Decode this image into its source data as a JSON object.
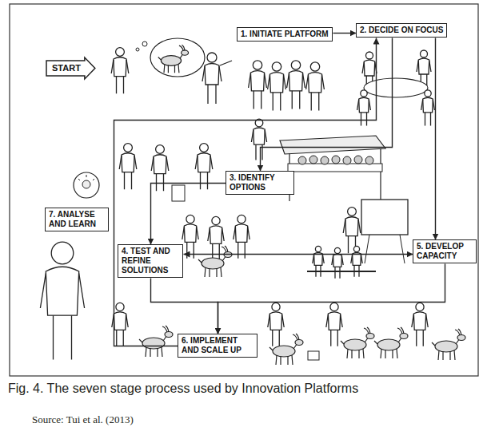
{
  "diagram": {
    "caption": "Fig. 4. The seven stage process used by Innovation Platforms",
    "nodes": [
      {
        "text": [
          "START"
        ]
      },
      {
        "text": [
          "1. INITIATE PLATFORM"
        ]
      },
      {
        "text": [
          "2. DECIDE ON FOCUS"
        ]
      },
      {
        "text": [
          "3. IDENTIFY OPTIONS"
        ]
      },
      {
        "text": [
          "4. TEST AND REFINE SOLUTIONS"
        ]
      },
      {
        "text": [
          "5. DEVELOP CAPACITY"
        ]
      },
      {
        "text": [
          "6. IMPLEMENT AND SCALE UP"
        ]
      },
      {
        "text": [
          "7. ANALYSE AND LEARN"
        ]
      }
    ],
    "edges": [
      {
        "from": 1,
        "to": 2,
        "arrow": "to"
      },
      {
        "from": 2,
        "to": 3,
        "arrow": "to"
      },
      {
        "from": 2,
        "to": 5,
        "arrow": "to"
      },
      {
        "from": 3,
        "to": 4,
        "arrow": "to"
      },
      {
        "from": 4,
        "to": 5,
        "arrow": "both"
      },
      {
        "from": 4,
        "to": 6,
        "arrow": "to"
      },
      {
        "from": 5,
        "to": 6,
        "arrow": "to"
      },
      {
        "from": 6,
        "to": 2,
        "arrow": "to"
      }
    ],
    "labels": [
      "Source: Tui et al. (2013)"
    ]
  }
}
